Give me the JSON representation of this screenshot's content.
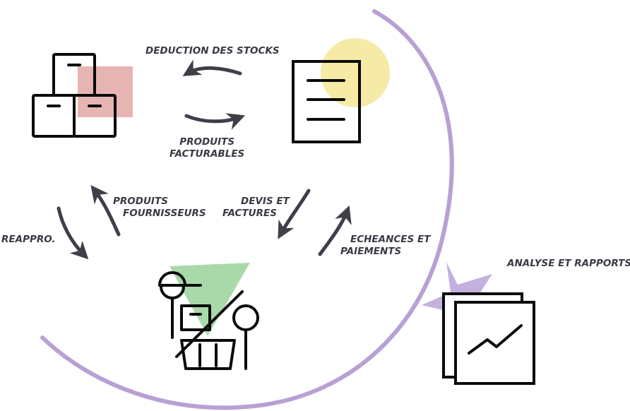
{
  "labels": {
    "stock_deduction": "DEDUCTION DES STOCKS",
    "invoiceable_products_line1": "PRODUITS",
    "invoiceable_products_line2": "FACTURABLES",
    "supplier_products_line1": "PRODUITS",
    "supplier_products_line2": "FOURNISSEURS",
    "quotes_invoices_line1": "DEVIS ET",
    "quotes_invoices_line2": "FACTURES",
    "restock": "REAPPRO.",
    "due_payments_line1": "ECHEANCES ET",
    "due_payments_line2": "PAIEMENTS",
    "analysis_reports": "ANALYSE ET RAPPORTS"
  },
  "icons": [
    "boxes-icon",
    "document-icon",
    "shop-icon",
    "chart-report-icon"
  ],
  "colors": {
    "text": "#3a3a44",
    "arrow": "#3f3f4a",
    "circle_outline": "#b9a0d4",
    "boxes_accent": "#e7b4b4",
    "document_accent": "#f5eba6",
    "shop_accent": "#a9d9a9",
    "report_accent": "#c4b0de",
    "icon_stroke": "#0a0a0a"
  }
}
